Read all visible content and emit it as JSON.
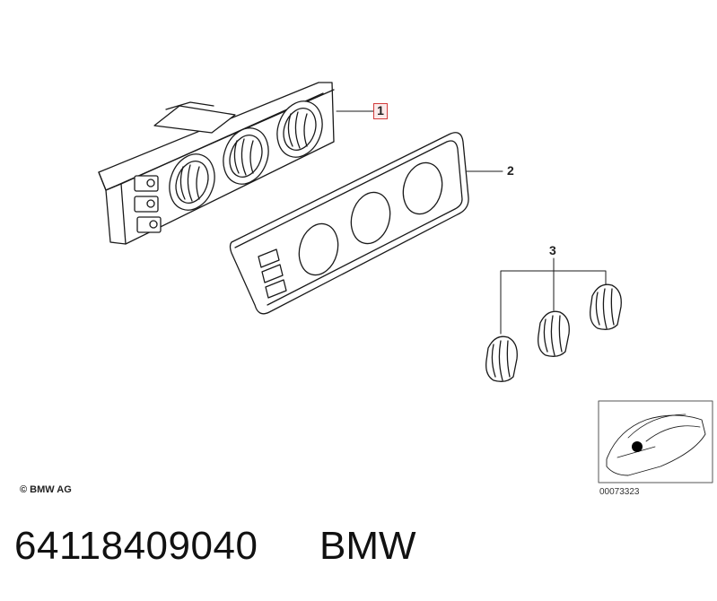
{
  "callouts": {
    "part1": "1",
    "part2": "2",
    "part3": "3"
  },
  "copyright": "© BMW AG",
  "reference_number": "00073323",
  "part_number": "64118409040",
  "brand": "BMW"
}
